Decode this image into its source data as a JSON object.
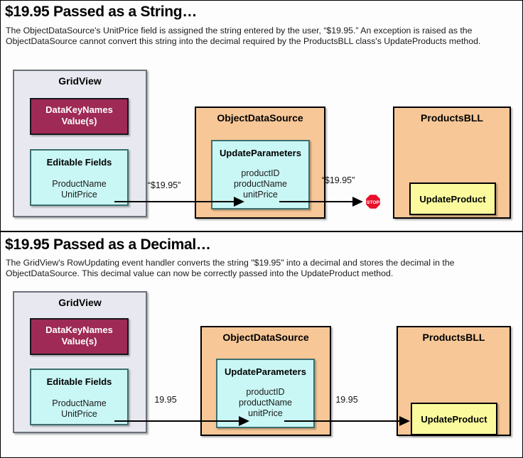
{
  "sections": [
    {
      "id": "string",
      "title": "$19.95 Passed as a String…",
      "description": "The ObjectDataSource's UnitPrice field is assigned the string entered by the user, “$19.95.” An exception is raised as the ObjectDataSource cannot convert this string into the decimal required by the ProductsBLL class's UpdateProducts method.",
      "gridview": {
        "title": "GridView",
        "datakey": {
          "line1": "DataKeyNames",
          "line2": "Value(s)"
        },
        "editable": {
          "title": "Editable Fields",
          "fields": [
            "ProductName",
            "UnitPrice"
          ]
        }
      },
      "objectdatasource": {
        "title": "ObjectDataSource",
        "updateparameters": {
          "title": "UpdateParameters",
          "params": [
            "productID",
            "productName",
            "unitPrice"
          ]
        }
      },
      "productsbll": {
        "title": "ProductsBLL",
        "method": "UpdateProduct"
      },
      "flow1_label": "“$19.95”",
      "flow2_label": "“$19.95”",
      "blocked": true,
      "stop_label": "STOP"
    },
    {
      "id": "decimal",
      "title": "$19.95 Passed as a Decimal…",
      "description": "The GridView's RowUpdating event handler converts the string \"$19.95\" into a decimal and stores the decimal in the ObjectDataSource. This decimal value can now be correctly passed into the UpdateProduct method.",
      "gridview": {
        "title": "GridView",
        "datakey": {
          "line1": "DataKeyNames",
          "line2": "Value(s)"
        },
        "editable": {
          "title": "Editable Fields",
          "fields": [
            "ProductName",
            "UnitPrice"
          ]
        }
      },
      "objectdatasource": {
        "title": "ObjectDataSource",
        "updateparameters": {
          "title": "UpdateParameters",
          "params": [
            "productID",
            "productName",
            "unitPrice"
          ]
        }
      },
      "productsbll": {
        "title": "ProductsBLL",
        "method": "UpdateProduct"
      },
      "flow1_label": "19.95",
      "flow2_label": "19.95",
      "blocked": false
    }
  ],
  "colors": {
    "gridview_fill": "#e8e9f0",
    "objectdatasource_fill": "#f7c797",
    "productsbll_fill": "#f7c797",
    "datakeynames_fill": "#9e2a55",
    "updateparameters_fill": "#c9f7f5",
    "editablefields_fill": "#c9f7f5",
    "updateproduct_fill": "#fbfb9e",
    "stop_sign_fill": "#e8102a",
    "arrow_stroke": "#000000"
  }
}
